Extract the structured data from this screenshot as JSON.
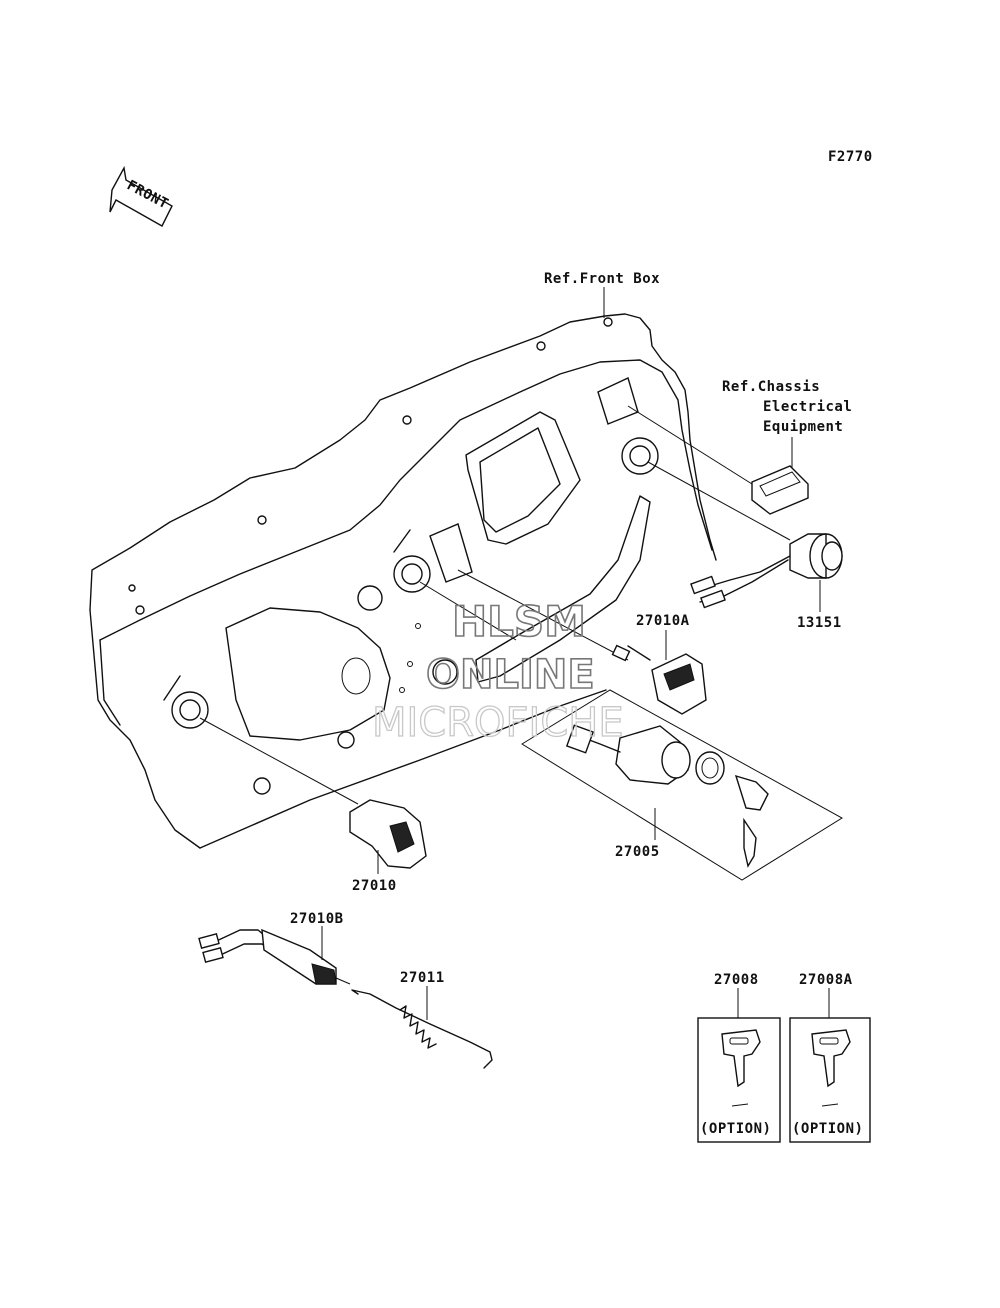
{
  "figure_code": "F2770",
  "front_arrow_label": "FRONT",
  "refs": {
    "front_box": "Ref.Front Box",
    "chassis_line1": "Ref.Chassis",
    "chassis_line2": "Electrical",
    "chassis_line3": "Equipment"
  },
  "parts": {
    "p13151": "13151",
    "p27010A": "27010A",
    "p27005": "27005",
    "p27010": "27010",
    "p27010B": "27010B",
    "p27011": "27011",
    "p27008": "27008",
    "p27008A": "27008A"
  },
  "options": {
    "key1": "(OPTION)",
    "key2": "(OPTION)"
  },
  "watermark": {
    "line1": "HLSM",
    "line2": "ONLINE",
    "line3": "MICROFICHE"
  }
}
